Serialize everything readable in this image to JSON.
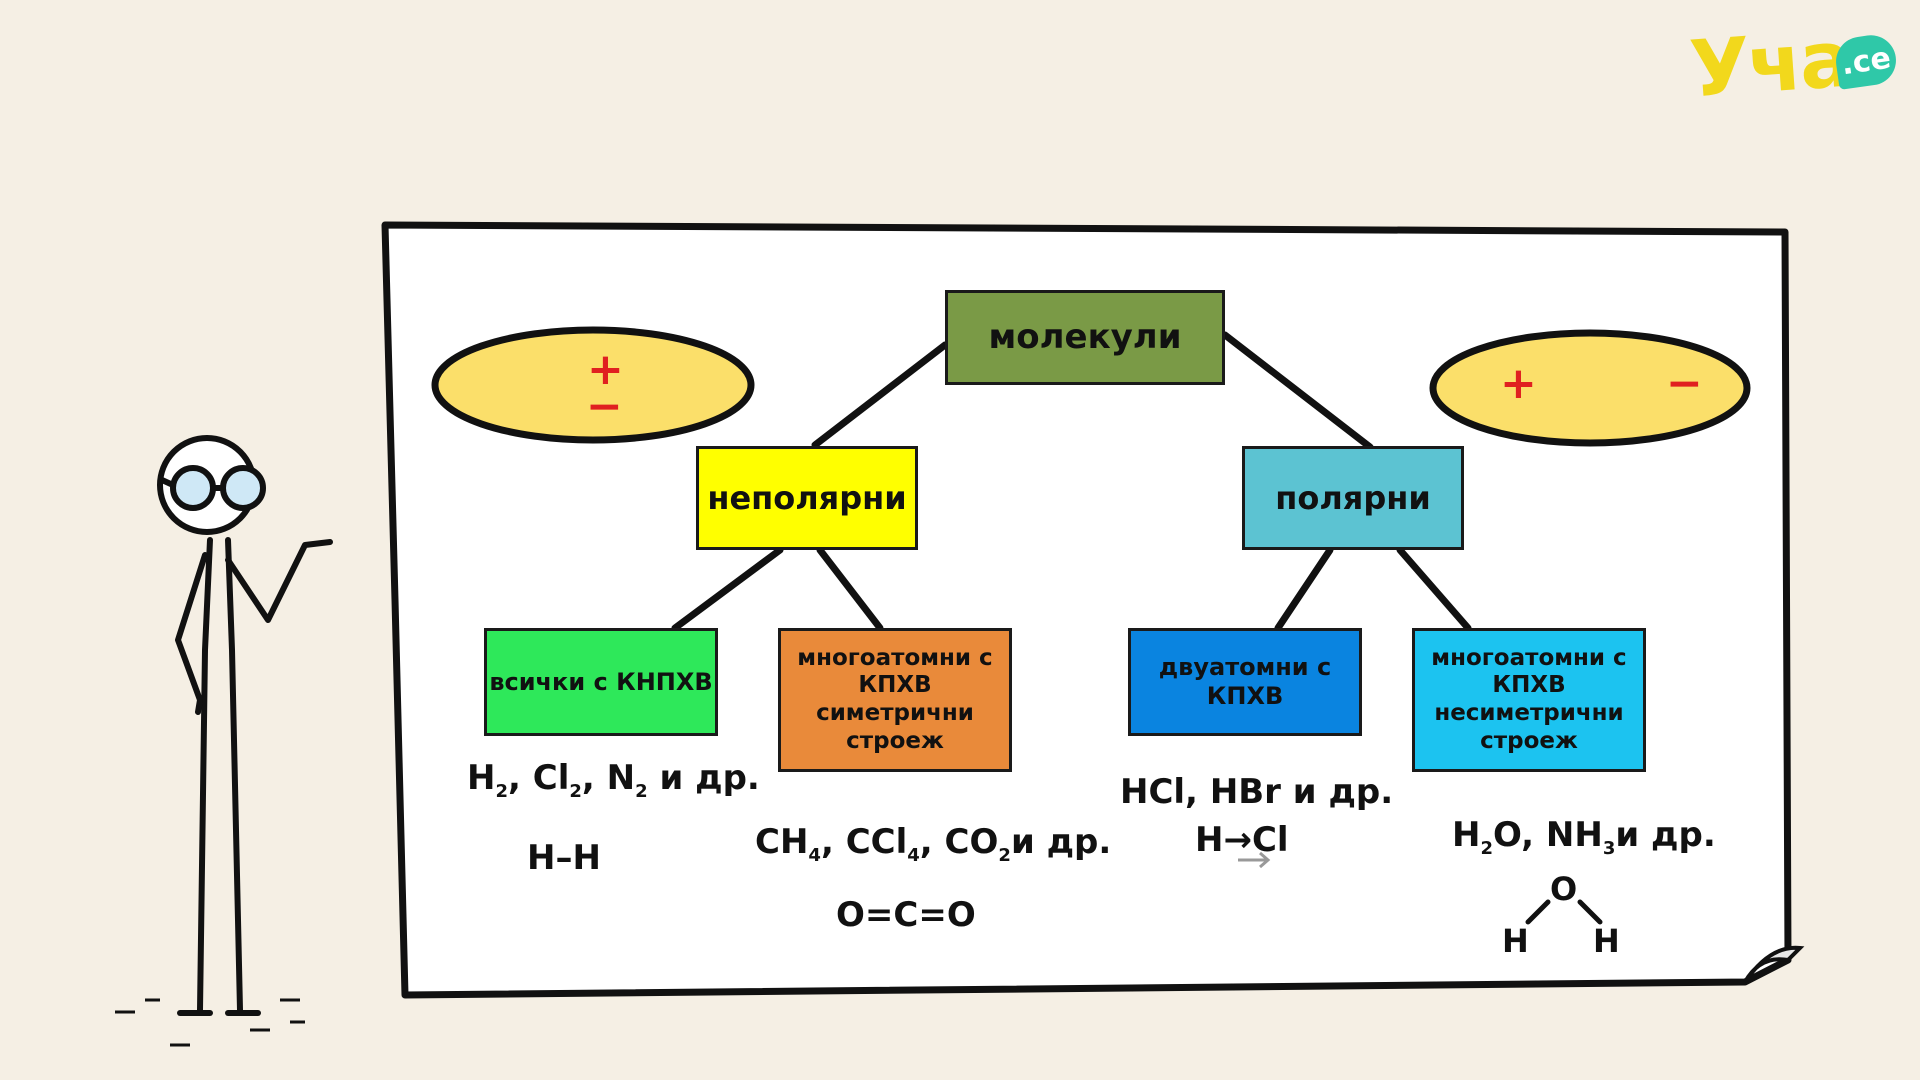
{
  "logo": {
    "text": "Уча",
    "badge": ".ce",
    "badge_color": "#2fc8a8",
    "text_color": "#f2d81c"
  },
  "diagram": {
    "root": {
      "label": "молекули",
      "color": "#7a9a46"
    },
    "nonpolar": {
      "label": "неполярни",
      "color": "#ffff00"
    },
    "polar": {
      "label": "полярни",
      "color": "#5cc3d2"
    },
    "leaf_1": {
      "label": "всички с КНПХВ",
      "color": "#2ee85a"
    },
    "leaf_2": {
      "lines": [
        "многоатомни с",
        "КПХВ",
        "симетрични",
        "строеж"
      ],
      "color": "#e98a3a"
    },
    "leaf_3": {
      "lines": [
        "двуатомни с",
        "КПХВ"
      ],
      "color": "#0a84e0"
    },
    "leaf_4": {
      "lines": [
        "многоатомни с",
        "КПХВ",
        "несиметрични",
        "строеж"
      ],
      "color": "#1cc3f0"
    },
    "ellipse_left": {
      "plus": "+",
      "minus": "−",
      "color": "#fbdf6a"
    },
    "ellipse_right": {
      "plus": "+",
      "minus": "−",
      "color": "#fbdf6a"
    }
  },
  "examples": {
    "ex1": {
      "formula_a": "H",
      "sub_a": "2",
      "formula_b": ", Cl",
      "sub_b": "2",
      "formula_c": ", N",
      "sub_c": "2",
      "tail": " и др.",
      "structure": "H–H"
    },
    "ex2": {
      "formula_a": "CH",
      "sub_a": "4",
      "formula_b": ", CCl",
      "sub_b": "4",
      "formula_c": ", CO",
      "sub_c": "2",
      "tail": "и др.",
      "structure": "O=C=O"
    },
    "ex3": {
      "formula": "HCl, HBr  и др.",
      "structure_left": "H",
      "structure_arrow": "→",
      "structure_right": "Cl"
    },
    "ex4": {
      "formula_a": "H",
      "sub_a": "2",
      "formula_b": "O, NH",
      "sub_b": "3",
      "tail": "и др.",
      "atom_o": "O",
      "atom_h1": "H",
      "atom_h2": "H"
    }
  }
}
